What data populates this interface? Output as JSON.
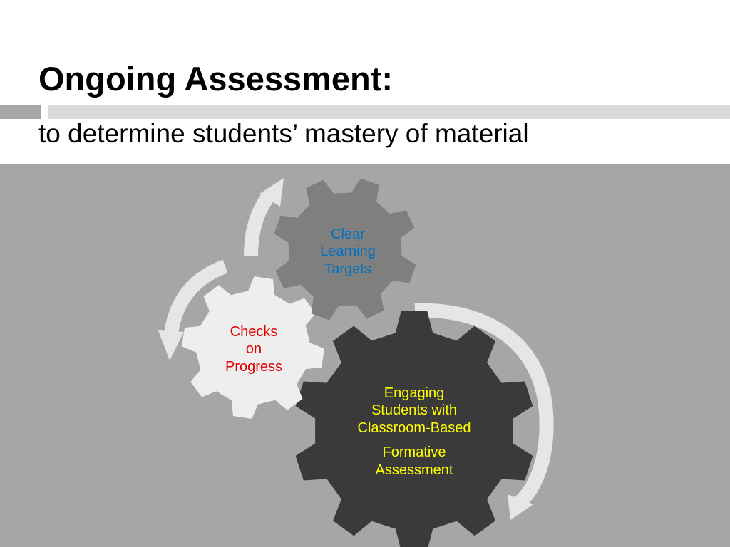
{
  "slide": {
    "title": "Ongoing Assessment:",
    "subtitle": "to determine students’ mastery of material"
  },
  "diagram": {
    "gears": {
      "targets": {
        "lines": [
          "Clear",
          "Learning",
          "Targets"
        ],
        "text_color": "#0070c0",
        "fill": "#7f7f7f"
      },
      "checks": {
        "lines": [
          "Checks",
          "on",
          "Progress"
        ],
        "text_color": "#e00000",
        "fill": "#eeeeee"
      },
      "engaging": {
        "paragraph1": [
          "Engaging",
          "Students with",
          "Classroom-Based"
        ],
        "paragraph2": [
          "Formative",
          "Assessment"
        ],
        "text_color": "#ffff00",
        "fill": "#3a3a3a"
      }
    },
    "arrow_color": "#e6e6e6"
  },
  "colors": {
    "content_background": "#a6a6a6",
    "accent_dark": "#a6a6a6",
    "accent_light": "#d9d9d9"
  }
}
